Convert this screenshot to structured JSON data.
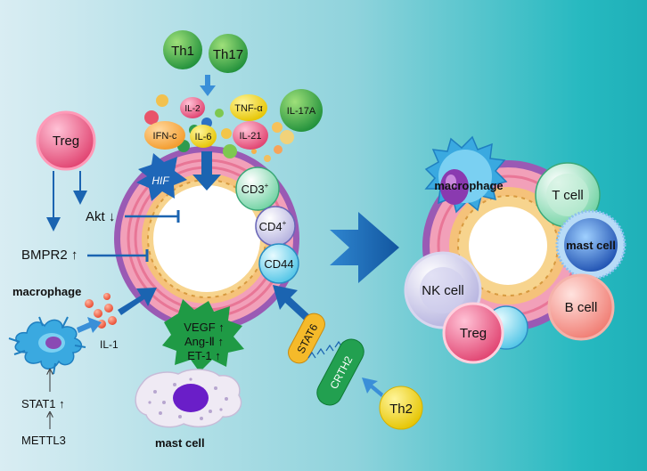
{
  "cells": {
    "th1": "Th1",
    "th17": "Th17",
    "treg_left": "Treg",
    "th2": "Th2",
    "macrophage_left": "macrophage",
    "mast_cell_left": "mast cell",
    "macrophage_right": "macrophage",
    "t_cell": "T cell",
    "mast_cell_right": "mast cell",
    "nk_cell": "NK cell",
    "b_cell": "B cell",
    "treg_right": "Treg"
  },
  "cytokines": {
    "il2": "IL-2",
    "tnf": "TNF-α",
    "il17a": "IL-17A",
    "ifn": "IFN-c",
    "il6": "IL-6",
    "il21": "IL-21",
    "il1": "IL-1"
  },
  "markers": {
    "cd3": "CD3",
    "cd3_sup": "+",
    "cd4": "CD4",
    "cd4_sup": "+",
    "cd44": "CD44",
    "hif": "HIF"
  },
  "signaling": {
    "akt": "Akt ↓",
    "bmpr2": "BMPR2 ↑",
    "stat1": "STAT1 ↑",
    "mettl3": "METTL3",
    "stat6": "STAT6",
    "crth2": "CRTH2",
    "vegf": "VEGF ↑",
    "ang": "Ang-Ⅱ ↑",
    "et1": "ET-1 ↑"
  },
  "colors": {
    "bg_left": "#cfe6ee",
    "bg_right": "#23b8be",
    "arrow_blue": "#1b64b1",
    "vessel_outer": "#8f4fa8",
    "vessel_mid": "#f2a0b9",
    "vessel_inner": "#f5c27a"
  }
}
